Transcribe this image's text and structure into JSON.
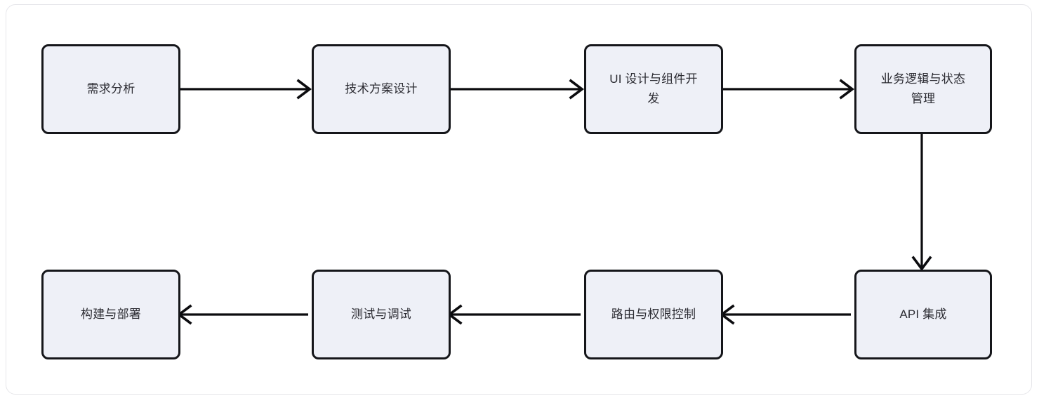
{
  "diagram": {
    "type": "flowchart",
    "title": "",
    "orientation": "horizontal-serpentine",
    "background_color": "#ffffff",
    "container_border_color": "#e6e6ea",
    "node_fill_color": "#eef0f7",
    "node_border_color": "#15161a",
    "text_color": "#2b2b32",
    "edge_color": "#0c0c0f",
    "nodes": [
      {
        "id": "n1",
        "label": "需求分析",
        "row": 1,
        "col": 1
      },
      {
        "id": "n2",
        "label": "技术方案设计",
        "row": 1,
        "col": 2
      },
      {
        "id": "n3",
        "label": "UI 设计与组件开\n发",
        "row": 1,
        "col": 3
      },
      {
        "id": "n4",
        "label": "业务逻辑与状态\n管理",
        "row": 1,
        "col": 4
      },
      {
        "id": "n5",
        "label": "API 集成",
        "row": 2,
        "col": 4
      },
      {
        "id": "n6",
        "label": "路由与权限控制",
        "row": 2,
        "col": 3
      },
      {
        "id": "n7",
        "label": "测试与调试",
        "row": 2,
        "col": 2
      },
      {
        "id": "n8",
        "label": "构建与部署",
        "row": 2,
        "col": 1
      }
    ],
    "edges": [
      {
        "from": "n1",
        "to": "n2",
        "direction": "right"
      },
      {
        "from": "n2",
        "to": "n3",
        "direction": "right"
      },
      {
        "from": "n3",
        "to": "n4",
        "direction": "right"
      },
      {
        "from": "n4",
        "to": "n5",
        "direction": "down"
      },
      {
        "from": "n5",
        "to": "n6",
        "direction": "left"
      },
      {
        "from": "n6",
        "to": "n7",
        "direction": "left"
      },
      {
        "from": "n7",
        "to": "n8",
        "direction": "left"
      }
    ]
  }
}
